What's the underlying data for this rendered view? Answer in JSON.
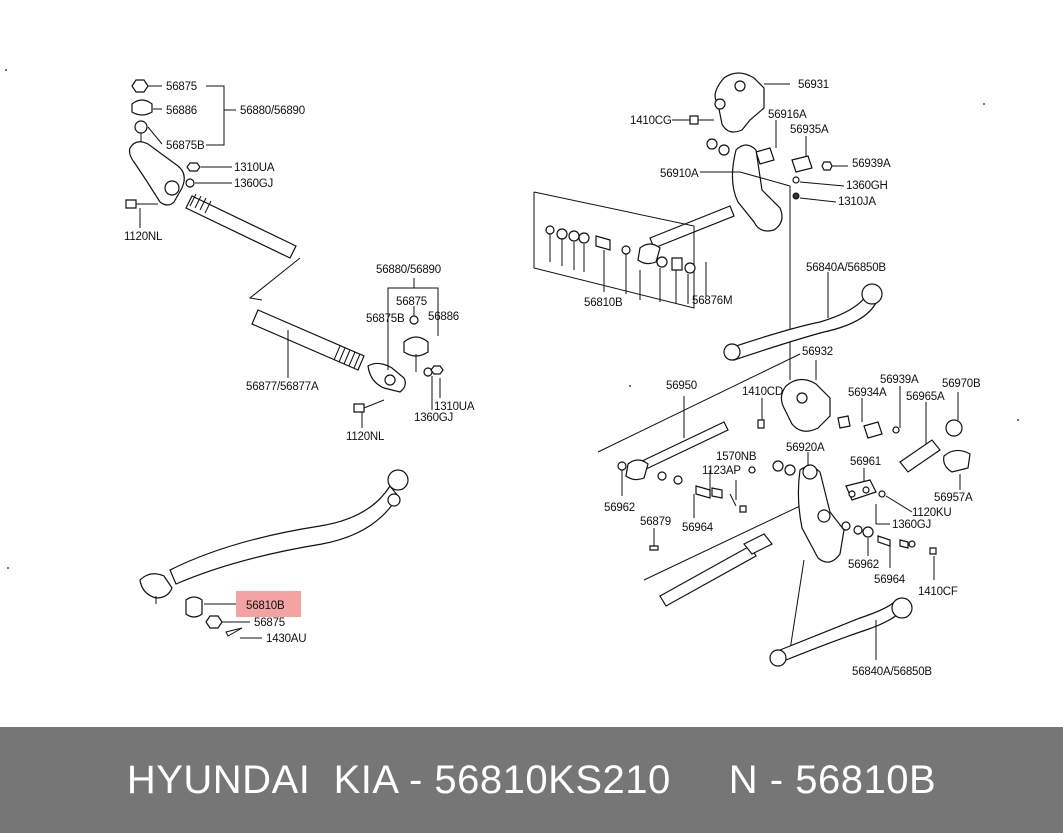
{
  "diagram": {
    "labels": {
      "l_56875_a": "56875",
      "l_56886_a": "56886",
      "l_56880_56890_a": "56880/56890",
      "l_56875B_a": "56875B",
      "l_1310UA_a": "1310UA",
      "l_1360GJ_a": "1360GJ",
      "l_1120NL_a": "1120NL",
      "l_56880_56890_b": "56880/56890",
      "l_56875_b": "56875",
      "l_56875B_b": "56875B",
      "l_56886_b": "56886",
      "l_56877": "56877/56877A",
      "l_1310UA_b": "1310UA",
      "l_1360GJ_b": "1360GJ",
      "l_1120NL_b": "1120NL",
      "l_56810B_a": "56810B",
      "l_56875_c": "56875",
      "l_1430AU": "1430AU",
      "l_56931": "56931",
      "l_1410CG": "1410CG",
      "l_56916A": "56916A",
      "l_56935A": "56935A",
      "l_56939A_a": "56939A",
      "l_56910A": "56910A",
      "l_1360GH": "1360GH",
      "l_1310JA": "1310JA",
      "l_56810B_b": "56810B",
      "l_56876M": "56876M",
      "l_56840A_a": "56840A/56850B",
      "l_56932": "56932",
      "l_56950": "56950",
      "l_1410CD": "1410CD",
      "l_56939A_b": "56939A",
      "l_56934A": "56934A",
      "l_56965A": "56965A",
      "l_56970B": "56970B",
      "l_56920A": "56920A",
      "l_1570NB": "1570NB",
      "l_1123AP": "1123AP",
      "l_56961": "56961",
      "l_56957A": "56957A",
      "l_1120KU": "1120KU",
      "l_1360GJ_c": "1360GJ",
      "l_56962_a": "56962",
      "l_56964_a": "56964",
      "l_56879": "56879",
      "l_56962_b": "56962",
      "l_56964_b": "56964",
      "l_1410CF": "1410CF",
      "l_56840A_b": "56840A/56850B"
    },
    "highlight": {
      "part_number": "56810B",
      "color": "#f4a3a3"
    }
  },
  "footer": {
    "text": "HYUNDAI  KIA - 56810KS210     N - 56810B",
    "background": "#767676",
    "color": "#ffffff"
  }
}
